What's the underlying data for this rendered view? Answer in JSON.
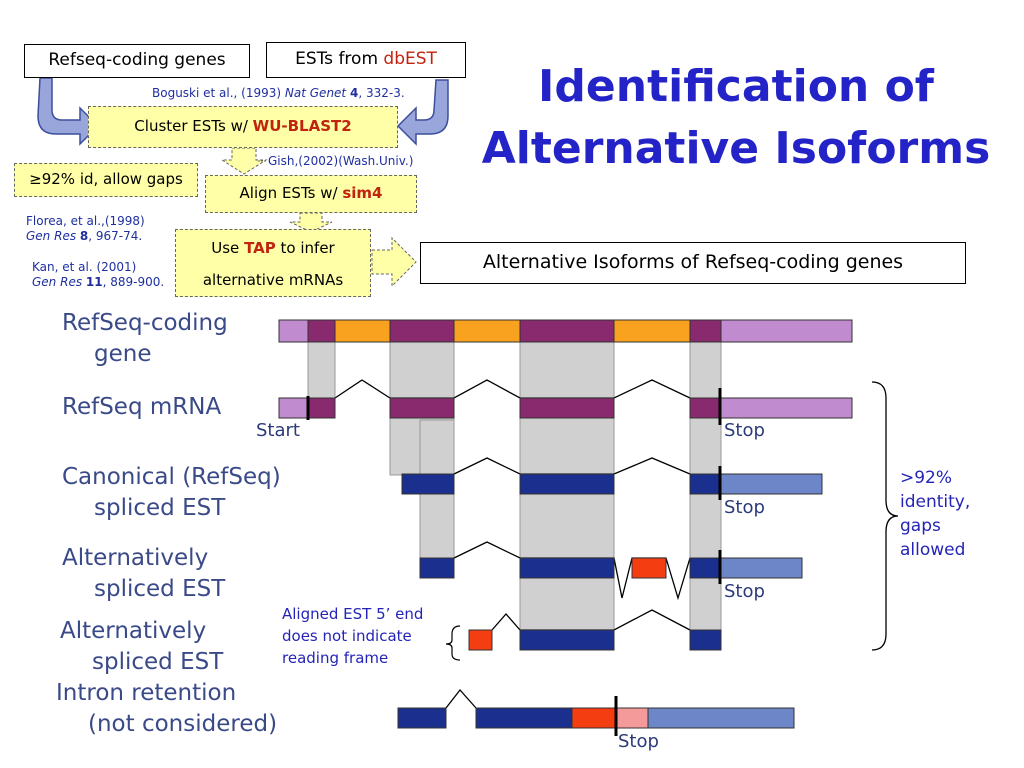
{
  "flow": {
    "refseq_box": "Refseq-coding genes",
    "ests_prefix": "ESTs from",
    "ests_db": "dbEST",
    "boguski_prefix": "Boguski et al., (1993) ",
    "boguski_journal": "Nat Genet",
    "boguski_vol": "4",
    "boguski_pages": ", 332-3.",
    "cluster_prefix": "Cluster ESTs w/",
    "cluster_tool": "WU-BLAST2",
    "gish_ref": "Gish,(2002)(Wash.Univ.)",
    "criteria": "≥92% id, allow gaps",
    "align_prefix": "Align ESTs w/",
    "align_tool": "sim4",
    "florea_line1": "Florea, et al.,(1998)",
    "florea_journal": "Gen Res",
    "florea_vol": "8",
    "florea_pages": ", 967-74.",
    "kan_line1": "Kan, et al. (2001)",
    "kan_journal": "Gen Res",
    "kan_vol": "11",
    "kan_pages": ", 889-900.",
    "use_prefix": "Use",
    "use_tool": "TAP",
    "use_suffix": "to infer",
    "use_line2": "alternative mRNAs",
    "result_box": "Alternative Isoforms of Refseq-coding genes"
  },
  "title": {
    "line1": "Identification of",
    "line2": "Alternative Isoforms"
  },
  "rows": {
    "refseq_gene_1": "RefSeq-coding",
    "refseq_gene_2": "gene",
    "refseq_mrna": "RefSeq mRNA",
    "canonical_1": "Canonical (RefSeq)",
    "canonical_2": "spliced EST",
    "alt1_1": "Alternatively",
    "alt1_2": "spliced EST",
    "alt2_1": "Alternatively",
    "alt2_2": "spliced EST",
    "intron_1": "Intron retention",
    "intron_2": "(not considered)"
  },
  "markers": {
    "start": "Start",
    "stop": "Stop"
  },
  "notes": {
    "identity_line1": ">92%",
    "identity_line2": "identity,",
    "identity_line3": "gaps",
    "identity_line4": "allowed",
    "reading_frame_line1": "Aligned EST 5’ end",
    "reading_frame_line2": "does not indicate",
    "reading_frame_line3": "reading frame"
  },
  "colors": {
    "title": "#2323c8",
    "exon_purple": "#8a2a6e",
    "exon_orange": "#f8a21f",
    "utr_lilac": "#c08bcf",
    "cds_blue": "#1b2f8e",
    "utr_blue": "#6d86c8",
    "alt_red": "#f43d10",
    "retained_pink": "#f49a9a",
    "shade_gray": "#d0d0d0",
    "flow_yellow": "#ffffa8",
    "arrow_blue": "#98a6dc"
  }
}
